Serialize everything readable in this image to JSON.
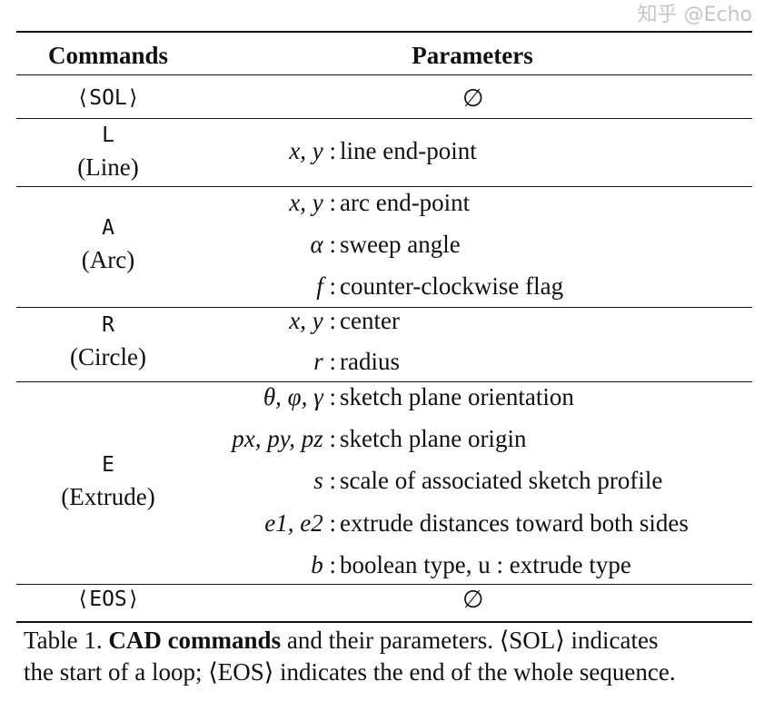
{
  "header": {
    "commands": "Commands",
    "parameters": "Parameters"
  },
  "rows": [
    {
      "command": "⟨SOL⟩",
      "params": [
        {
          "math": "",
          "desc": "∅"
        }
      ]
    },
    {
      "command": "L",
      "name": "(Line)",
      "params": [
        {
          "math": "x, y",
          "desc": "line end-point"
        }
      ]
    },
    {
      "command": "A",
      "name": "(Arc)",
      "params": [
        {
          "math": "x, y",
          "desc": "arc end-point"
        },
        {
          "math": "α",
          "desc": "sweep angle"
        },
        {
          "math": "f",
          "desc": "counter-clockwise flag"
        }
      ]
    },
    {
      "command": "R",
      "name": "(Circle)",
      "params": [
        {
          "math": "x, y",
          "desc": "center"
        },
        {
          "math": "r",
          "desc": "radius"
        }
      ]
    },
    {
      "command": "E",
      "name": "(Extrude)",
      "params": [
        {
          "math": "θ, φ, γ",
          "desc": "sketch plane orientation"
        },
        {
          "math": "px, py, pz",
          "desc": "sketch plane origin"
        },
        {
          "math": "s",
          "desc": "scale of associated sketch profile"
        },
        {
          "math": "e1, e2",
          "desc": "extrude distances toward both sides"
        },
        {
          "math": "b",
          "desc": "boolean type,     u : extrude type"
        }
      ]
    },
    {
      "command": "⟨EOS⟩",
      "params": [
        {
          "math": "",
          "desc": "∅"
        }
      ]
    }
  ],
  "caption": {
    "label": "Table 1.",
    "bold": "CAD commands",
    "line1_rest": " and their parameters. ⟨SOL⟩ indicates",
    "line2": "the start of a loop; ⟨EOS⟩ indicates the end of the whole sequence."
  },
  "watermark": "知乎 @Echo"
}
